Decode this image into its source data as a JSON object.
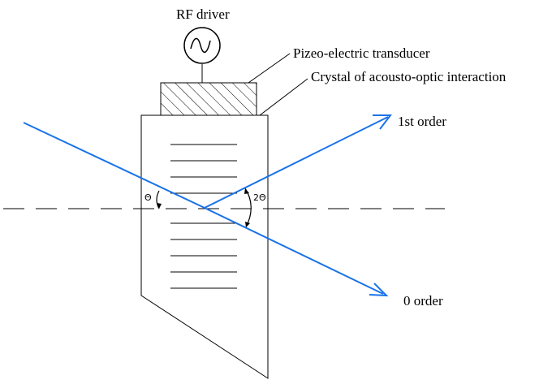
{
  "labels": {
    "rf_driver": "RF driver",
    "transducer": "Pizeo-electric transducer",
    "crystal": "Crystal of acousto-optic interaction",
    "first_order": "1st order",
    "zero_order": "0 order",
    "theta": "Θ",
    "two_theta": "2Θ"
  },
  "colors": {
    "beam": "#1a73e8",
    "outline": "#000000",
    "background": "#ffffff"
  },
  "icons": {
    "rf_source": "sine-wave-generator-icon"
  }
}
